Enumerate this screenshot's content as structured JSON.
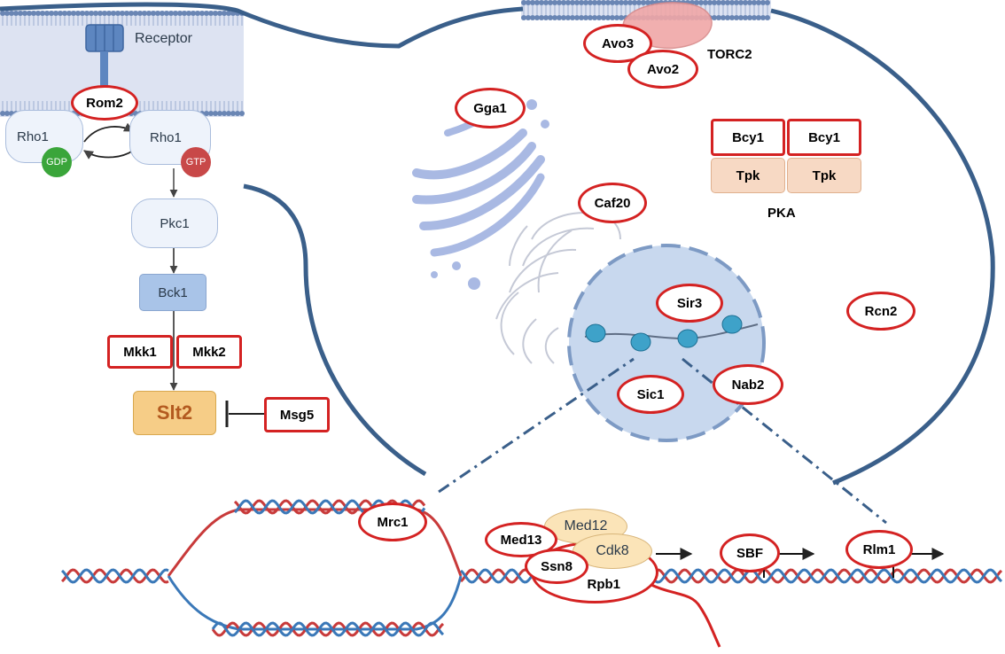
{
  "membrane": {
    "receptor": "Receptor"
  },
  "signaling": {
    "rho1_left": "Rho1",
    "rho1_right": "Rho1",
    "gdp": "GDP",
    "gtp": "GTP",
    "pkc1": "Pkc1",
    "bck1": "Bck1",
    "slt2": "Slt2"
  },
  "proteins": {
    "rom2": "Rom2",
    "mkk1": "Mkk1",
    "mkk2": "Mkk2",
    "msg5": "Msg5",
    "avo3": "Avo3",
    "avo2": "Avo2",
    "torc2": "TORC2",
    "gga1": "Gga1",
    "caf20": "Caf20",
    "bcy1_left": "Bcy1",
    "bcy1_right": "Bcy1",
    "tpk_left": "Tpk",
    "tpk_right": "Tpk",
    "pka": "PKA",
    "sir3": "Sir3",
    "rcn2": "Rcn2",
    "sic1": "Sic1",
    "nab2": "Nab2",
    "mrc1": "Mrc1",
    "med12": "Med12",
    "med13": "Med13",
    "cdk8": "Cdk8",
    "ssn8": "Ssn8",
    "rpb1": "Rpb1",
    "sbf": "SBF",
    "rlm1": "Rlm1"
  },
  "colors": {
    "highlight_border": "#d42222",
    "membrane": "#3a5f8a",
    "dna_red": "#c83a3a",
    "dna_blue": "#3a78b8",
    "golgi": "#a9b9e3",
    "nucleus": "#c8d8ee",
    "slt2_fill": "#f6cd87",
    "tpk_fill": "#f7d9c4",
    "gdp_green": "#3aa53a",
    "gtp_red": "#c84848"
  }
}
